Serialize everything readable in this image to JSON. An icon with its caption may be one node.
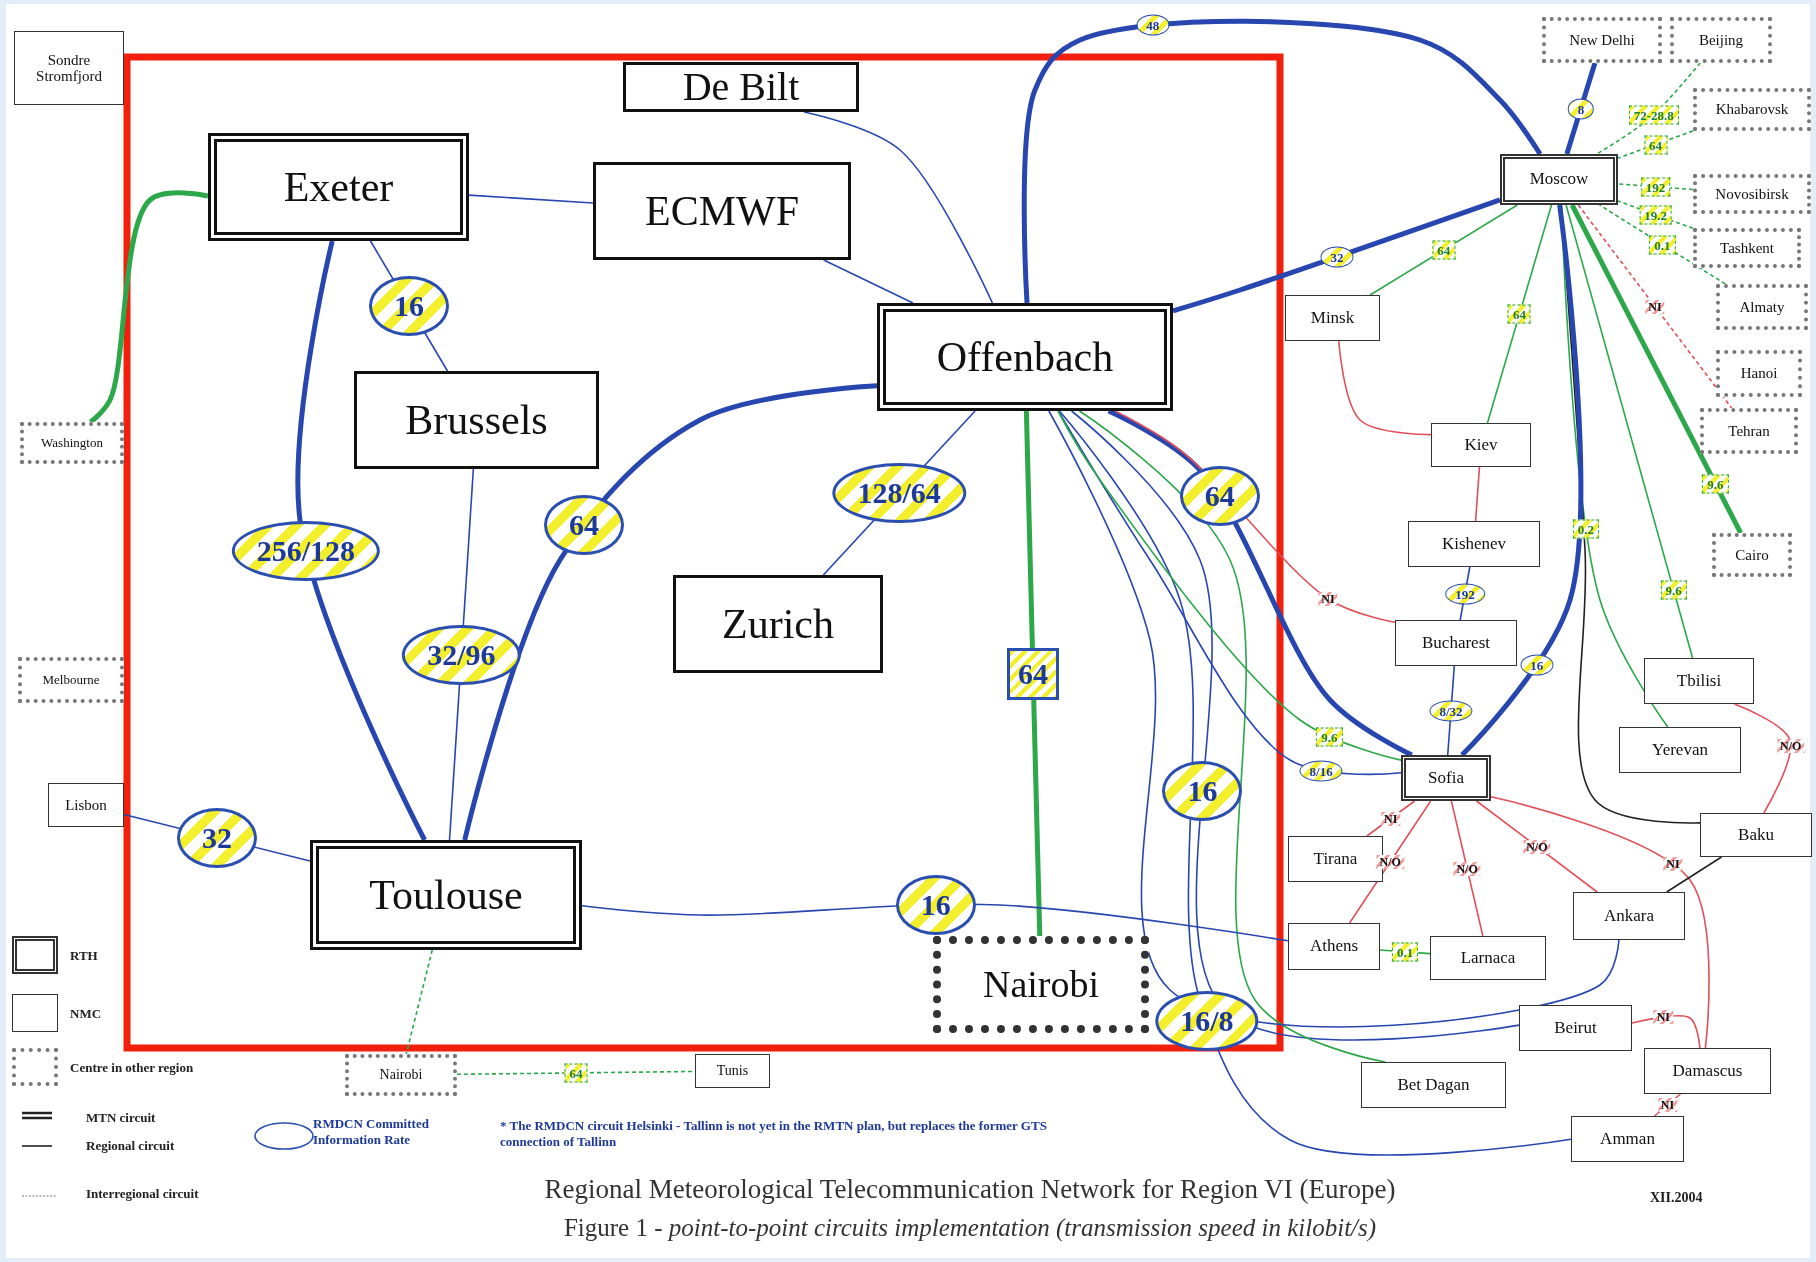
{
  "diagram": {
    "title": "Regional Meteorological Telecommunication Network for Region VI (Europe)",
    "caption": "Figure 1 - *point-to-point circuits implementation (transmission speed in kilobit/s)*",
    "nodes": [
      {
        "text": [
          "Sondre Stromfjord"
        ]
      },
      {
        "text": [
          "Washington"
        ]
      },
      {
        "text": [
          "Melbourne"
        ]
      },
      {
        "text": [
          "Lisbon"
        ]
      },
      {
        "text": [
          "De Bilt"
        ]
      },
      {
        "text": [
          "Exeter"
        ]
      },
      {
        "text": [
          "ECMWF"
        ]
      },
      {
        "text": [
          "Brussels"
        ]
      },
      {
        "text": [
          "Offenbach"
        ]
      },
      {
        "text": [
          "Zurich"
        ]
      },
      {
        "text": [
          "Toulouse"
        ]
      },
      {
        "text": [
          "Nairobi"
        ]
      },
      {
        "text": [
          "Nairobi"
        ]
      },
      {
        "text": [
          "Tunis"
        ]
      },
      {
        "text": [
          "New Delhi"
        ]
      },
      {
        "text": [
          "Beijing"
        ]
      },
      {
        "text": [
          "Khabarovsk"
        ]
      },
      {
        "text": [
          "Moscow"
        ]
      },
      {
        "text": [
          "Novosibirsk"
        ]
      },
      {
        "text": [
          "Tashkent"
        ]
      },
      {
        "text": [
          "Almaty"
        ]
      },
      {
        "text": [
          "Hanoi"
        ]
      },
      {
        "text": [
          "Tehran"
        ]
      },
      {
        "text": [
          "Minsk"
        ]
      },
      {
        "text": [
          "Kiev"
        ]
      },
      {
        "text": [
          "Kishenev"
        ]
      },
      {
        "text": [
          "Bucharest"
        ]
      },
      {
        "text": [
          "Cairo"
        ]
      },
      {
        "text": [
          "Tbilisi"
        ]
      },
      {
        "text": [
          "Yerevan"
        ]
      },
      {
        "text": [
          "Sofia"
        ]
      },
      {
        "text": [
          "Baku"
        ]
      },
      {
        "text": [
          "Tirana"
        ]
      },
      {
        "text": [
          "Athens"
        ]
      },
      {
        "text": [
          "Larnaca"
        ]
      },
      {
        "text": [
          "Ankara"
        ]
      },
      {
        "text": [
          "Beirut"
        ]
      },
      {
        "text": [
          "Damascus"
        ]
      },
      {
        "text": [
          "Bet Dagan"
        ]
      },
      {
        "text": [
          "Amman"
        ]
      }
    ],
    "edges": [
      {
        "from": 5,
        "to": 6,
        "arrow": "none"
      },
      {
        "from": 5,
        "to": 7,
        "arrow": "none",
        "label": "16"
      },
      {
        "from": 5,
        "to": 10,
        "arrow": "none",
        "label": "256/128",
        "style": "thick"
      },
      {
        "from": 7,
        "to": 10,
        "arrow": "none",
        "label": "32/96"
      },
      {
        "from": 4,
        "to": 8,
        "arrow": "none"
      },
      {
        "from": 6,
        "to": 8,
        "arrow": "none"
      },
      {
        "from": 8,
        "to": 17,
        "arrow": "none",
        "label": "48",
        "style": "thick"
      },
      {
        "from": 8,
        "to": 17,
        "arrow": "none",
        "label": "32",
        "style": "thick"
      },
      {
        "from": 8,
        "to": 9,
        "arrow": "none",
        "label": "128/64"
      },
      {
        "from": 8,
        "to": 10,
        "arrow": "none",
        "label": "64",
        "style": "thick"
      },
      {
        "from": 8,
        "to": 11,
        "arrow": "none",
        "label": "64",
        "style": "thick",
        "color": "#2ca84a"
      },
      {
        "from": 8,
        "to": 30,
        "arrow": "none",
        "label": "64",
        "style": "thick"
      },
      {
        "from": 8,
        "to": 36,
        "arrow": "none",
        "label": "16"
      },
      {
        "from": 8,
        "to": 39,
        "arrow": "none",
        "label": "16/8"
      },
      {
        "from": 8,
        "to": 38,
        "arrow": "none",
        "color": "#2ca84a"
      },
      {
        "from": 8,
        "to": 35,
        "arrow": "none"
      },
      {
        "from": 10,
        "to": 3,
        "arrow": "none",
        "label": "32"
      },
      {
        "from": 10,
        "to": 33,
        "arrow": "none",
        "label": "16"
      },
      {
        "from": 5,
        "to": 1,
        "arrow": "none",
        "style": "thick",
        "color": "#2ca84a"
      },
      {
        "from": 10,
        "to": 12,
        "arrow": "none",
        "style": "dashed",
        "color": "#2ca84a"
      },
      {
        "from": 12,
        "to": 13,
        "arrow": "none",
        "label": "64",
        "style": "dashed",
        "color": "#2ca84a"
      },
      {
        "from": 14,
        "to": 17,
        "arrow": "none",
        "label": "8",
        "style": "thick"
      },
      {
        "from": 15,
        "to": 17,
        "arrow": "none",
        "label": "72-28.8",
        "style": "dashed",
        "color": "#2ca84a"
      },
      {
        "from": 16,
        "to": 17,
        "arrow": "none",
        "label": "64",
        "style": "dashed",
        "color": "#2ca84a"
      },
      {
        "from": 18,
        "to": 17,
        "arrow": "none",
        "label": "192",
        "style": "dashed",
        "color": "#2ca84a"
      },
      {
        "from": 19,
        "to": 17,
        "arrow": "none",
        "label": "19.2",
        "style": "dashed",
        "color": "#2ca84a"
      },
      {
        "from": 20,
        "to": 17,
        "arrow": "none",
        "label": "0.1",
        "style": "dashed",
        "color": "#2ca84a"
      },
      {
        "from": 17,
        "to": 22,
        "arrow": "none",
        "label": "NI",
        "style": "dashed",
        "color": "#e0505a"
      },
      {
        "from": 17,
        "to": 27,
        "arrow": "none",
        "label": "9.6",
        "style": "thick",
        "color": "#2ca84a"
      },
      {
        "from": 17,
        "to": 23,
        "arrow": "none",
        "label": "64",
        "color": "#2ca84a"
      },
      {
        "from": 17,
        "to": 24,
        "arrow": "none",
        "label": "64",
        "color": "#2ca84a"
      },
      {
        "from": 17,
        "to": 28,
        "arrow": "none",
        "label": "9.6",
        "color": "#2ca84a"
      },
      {
        "from": 17,
        "to": 29,
        "arrow": "none",
        "label": "0.2",
        "color": "#2ca84a"
      },
      {
        "from": 17,
        "to": 31,
        "arrow": "none",
        "color": "#222222"
      },
      {
        "from": 17,
        "to": 30,
        "arrow": "none",
        "label": "16",
        "style": "thick"
      },
      {
        "from": 23,
        "to": 24,
        "arrow": "none",
        "color": "#e0505a"
      },
      {
        "from": 24,
        "to": 25,
        "arrow": "none",
        "color": "#e0505a"
      },
      {
        "from": 25,
        "to": 26,
        "arrow": "none",
        "label": "192"
      },
      {
        "from": 26,
        "to": 30,
        "arrow": "none",
        "label": "8/32"
      },
      {
        "from": 8,
        "to": 26,
        "arrow": "none",
        "label": "NI",
        "color": "#e0505a"
      },
      {
        "from": 8,
        "to": 30,
        "arrow": "none",
        "label": "8/16"
      },
      {
        "from": 8,
        "to": 30,
        "arrow": "none",
        "label": "9.6",
        "color": "#2ca84a"
      },
      {
        "from": 30,
        "to": 32,
        "arrow": "none",
        "label": "NI",
        "color": "#e0505a"
      },
      {
        "from": 30,
        "to": 33,
        "arrow": "none",
        "label": "N/O",
        "color": "#e0505a"
      },
      {
        "from": 30,
        "to": 34,
        "arrow": "none",
        "label": "N/O",
        "color": "#e0505a"
      },
      {
        "from": 30,
        "to": 35,
        "arrow": "none",
        "label": "N/O",
        "color": "#e0505a"
      },
      {
        "from": 30,
        "to": 37,
        "arrow": "none",
        "label": "NI",
        "color": "#e0505a"
      },
      {
        "from": 28,
        "to": 31,
        "arrow": "none",
        "label": "N/O",
        "color": "#e0505a"
      },
      {
        "from": 35,
        "to": 31,
        "arrow": "none",
        "color": "#222222"
      },
      {
        "from": 33,
        "to": 34,
        "arrow": "none",
        "label": "0.1",
        "color": "#2ca84a"
      },
      {
        "from": 36,
        "to": 37,
        "arrow": "none",
        "label": "NI",
        "color": "#e0505a"
      },
      {
        "from": 37,
        "to": 39,
        "arrow": "none",
        "label": "NI",
        "color": "#e0505a"
      }
    ],
    "labels": [
      "* The RMDCN circuit Helsinki - Tallinn is not yet in the RMTN plan, but replaces the former GTS connection of Tallinn",
      "XII.2004"
    ],
    "legend": [
      {
        "text": "RTH"
      },
      {
        "text": "NMC"
      },
      {
        "text": "Centre in other region"
      },
      {
        "text": "MTN circuit"
      },
      {
        "text": "Regional circuit"
      },
      {
        "text": "Interregional circuit"
      },
      {
        "text": "RMDCN Committed Information Rate"
      }
    ]
  }
}
